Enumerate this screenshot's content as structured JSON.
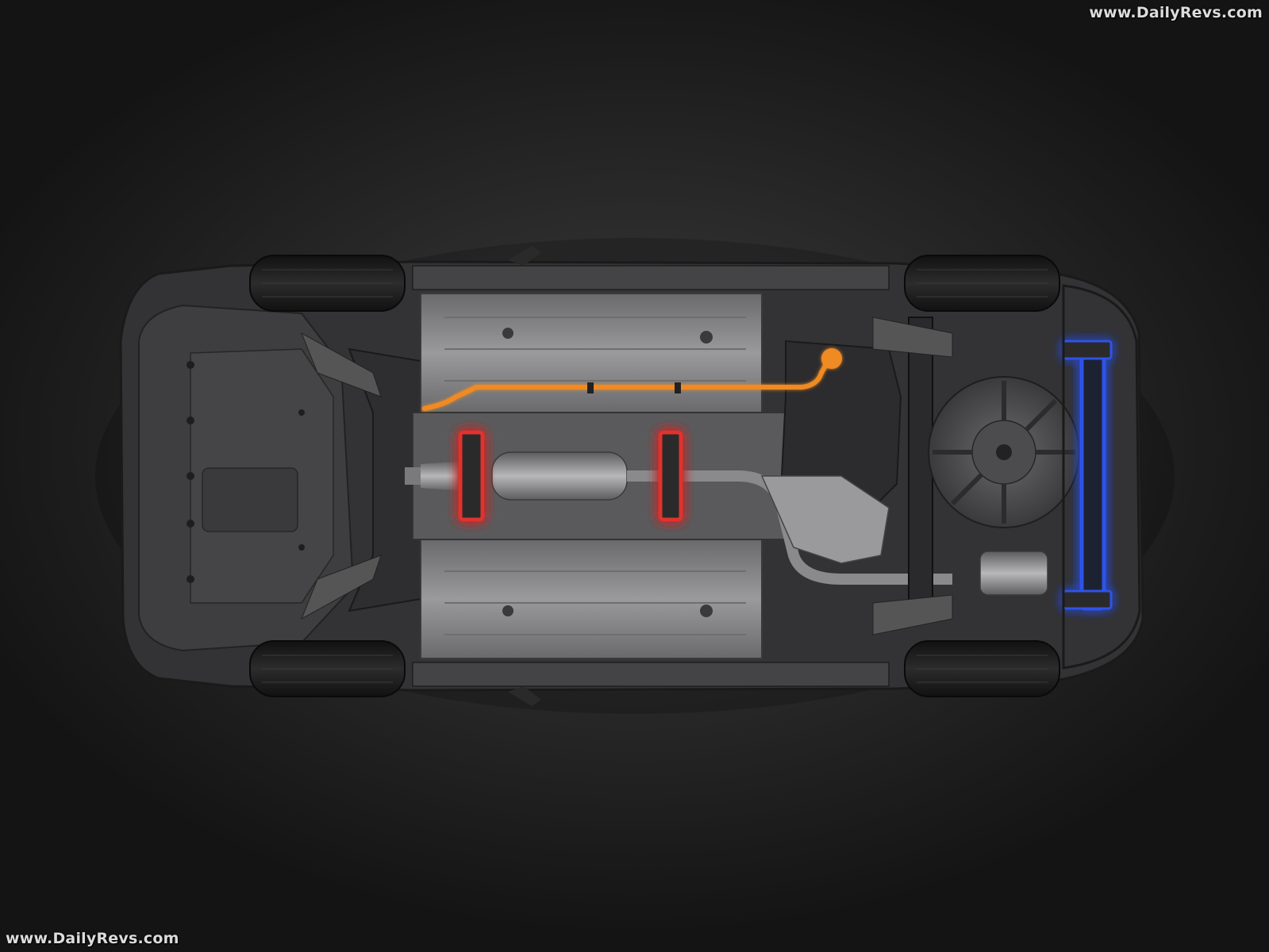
{
  "watermark": {
    "top_right": "www.DailyRevs.com",
    "bottom_left": "www.DailyRevs.com"
  },
  "colors": {
    "background": "#2b2b2b",
    "body_dark": "#3c3c3e",
    "floor_pan": "#8e8e90",
    "tire": "#1e1e1e",
    "brace_highlight_front": "#e0302e",
    "brace_highlight_rear": "#2d52e8",
    "fuel_line": "#f08a24"
  },
  "icons": {
    "vehicle": "car-underbody-illustration"
  }
}
